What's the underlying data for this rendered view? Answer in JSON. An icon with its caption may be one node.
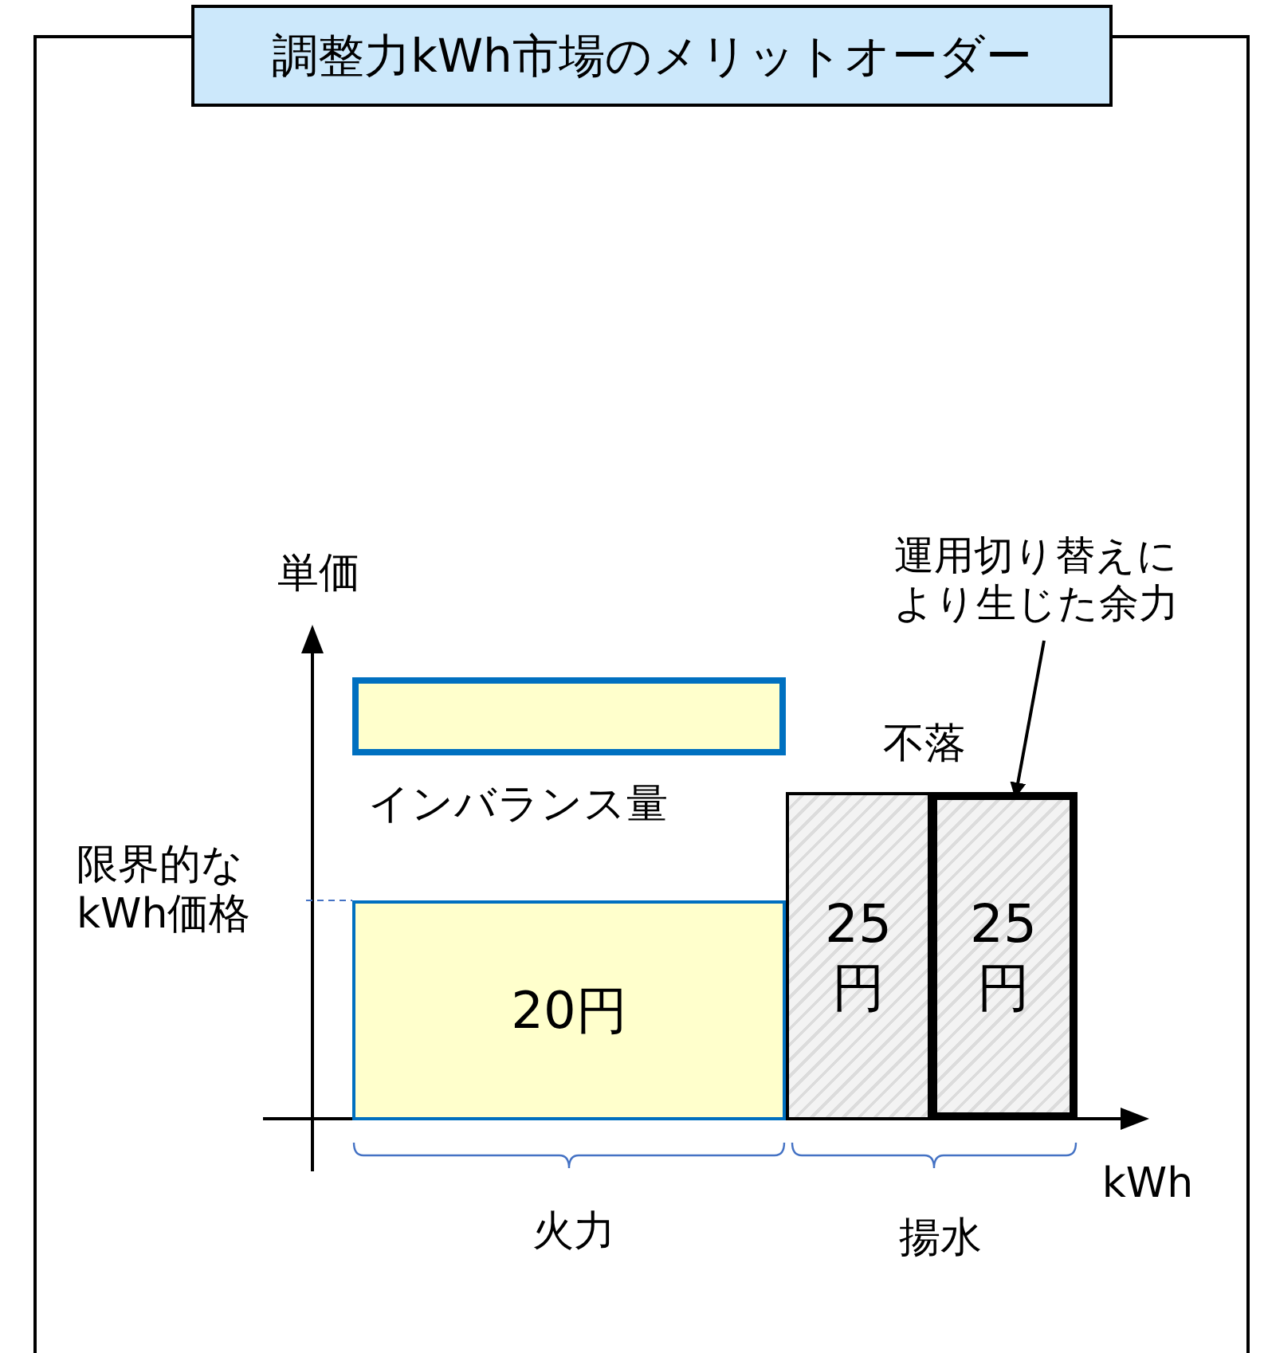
{
  "diagram": {
    "title": "調整力kWh市場のメリットオーダー",
    "nodes": [
      {
        "text": [],
        "shape": "box",
        "beside": [
          "インバランス量"
        ]
      },
      {
        "text": [
          "20円"
        ]
      },
      {
        "text": [
          "25円"
        ]
      },
      {
        "text": [
          "25円"
        ]
      },
      {
        "text": [
          "運用切り替えにより生じた余力"
        ]
      }
    ],
    "edges": [
      {
        "from": 4,
        "to": 3,
        "arrow": "to"
      }
    ],
    "labels": [
      "単価",
      "不落",
      "限界的なkWh価格",
      "kWh",
      "火力",
      "揚水"
    ]
  }
}
